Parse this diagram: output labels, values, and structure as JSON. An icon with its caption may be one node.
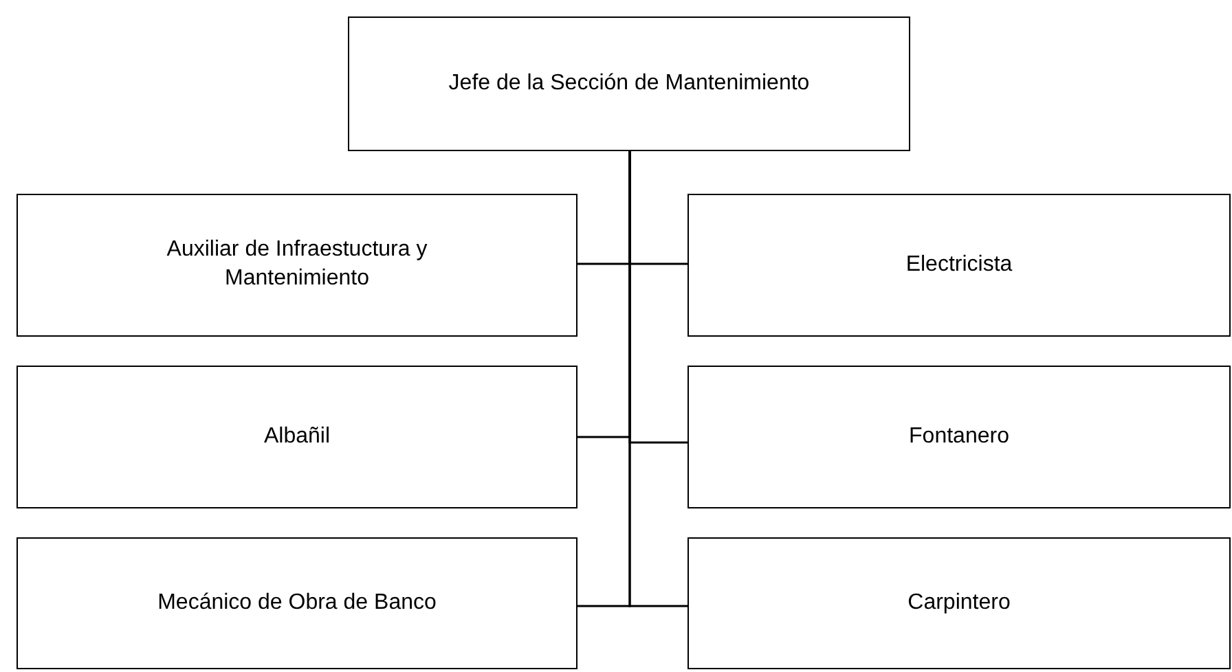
{
  "diagram": {
    "nodes": [
      {
        "text": [
          "Jefe de la Sección de Mantenimiento"
        ]
      },
      {
        "text": [
          "Auxiliar de Infraestuctura y Mantenimiento"
        ]
      },
      {
        "text": [
          "Electricista"
        ]
      },
      {
        "text": [
          "Albañil"
        ]
      },
      {
        "text": [
          "Fontanero"
        ]
      },
      {
        "text": [
          "Mecánico de Obra de Banco"
        ]
      },
      {
        "text": [
          "Carpintero"
        ]
      }
    ],
    "edges": [
      {
        "from": 0,
        "to": 1,
        "arrow": "none"
      },
      {
        "from": 0,
        "to": 2,
        "arrow": "none"
      },
      {
        "from": 0,
        "to": 3,
        "arrow": "none"
      },
      {
        "from": 0,
        "to": 4,
        "arrow": "none"
      },
      {
        "from": 0,
        "to": 5,
        "arrow": "none"
      },
      {
        "from": 0,
        "to": 6,
        "arrow": "none"
      }
    ]
  }
}
